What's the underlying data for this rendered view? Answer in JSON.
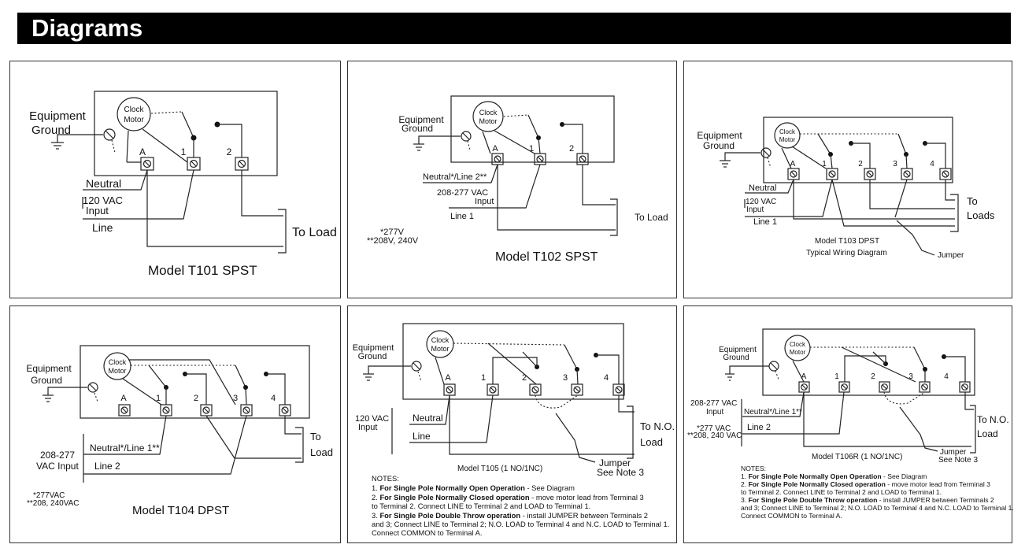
{
  "header": {
    "title": "Diagrams"
  },
  "common": {
    "equipment_ground": [
      "Equipment",
      "Ground"
    ],
    "clock_motor": [
      "Clock",
      "Motor"
    ]
  },
  "t101": {
    "model": "Model T101  SPST",
    "neutral": "Neutral",
    "vac": [
      "120 VAC",
      "Input"
    ],
    "line": "Line",
    "to_load": "To Load",
    "terminals": [
      "A",
      "1",
      "2"
    ]
  },
  "t102": {
    "model": "Model T102  SPST",
    "neutral": "Neutral*/Line 2**",
    "vac": [
      "208-277 VAC",
      "Input"
    ],
    "line": "Line 1",
    "to_load": "To Load",
    "notes": [
      "*277V",
      "**208V, 240V"
    ],
    "terminals": [
      "A",
      "1",
      "2"
    ]
  },
  "t103": {
    "model": "Model T103  DPST",
    "subtitle": "Typical Wiring Diagram",
    "neutral": "Neutral",
    "vac": [
      "120 VAC",
      "Input"
    ],
    "line": "Line 1",
    "to_loads": [
      "To",
      "Loads"
    ],
    "jumper": "Jumper",
    "terminals": [
      "A",
      "1",
      "2",
      "3",
      "4"
    ]
  },
  "t104": {
    "model": "Model T104  DPST",
    "neutral": "Neutral*/Line 1**",
    "vac": [
      "208-277",
      "VAC Input"
    ],
    "line": "Line 2",
    "to_load": [
      "To",
      "Load"
    ],
    "notes": [
      "*277VAC",
      "**208, 240VAC"
    ],
    "terminals": [
      "A",
      "1",
      "2",
      "3",
      "4"
    ]
  },
  "t105": {
    "model": "Model T105 (1 NO/1NC)",
    "neutral": "Neutral",
    "vac": [
      "120 VAC",
      "Input"
    ],
    "line": "Line",
    "to_load": [
      "To N.O.",
      "Load"
    ],
    "jumper": [
      "Jumper",
      "See Note 3"
    ],
    "terminals": [
      "A",
      "1",
      "2",
      "3",
      "4"
    ],
    "notes": {
      "heading": "NOTES:",
      "items": [
        {
          "num": "1.",
          "bold": "For Single Pole Normally Open Operation",
          "lines": [
            " - See Diagram"
          ]
        },
        {
          "num": "2.",
          "bold": "For Single Pole Normally Closed operation",
          "lines": [
            " - move motor lead from Terminal 3",
            "to Terminal 2. Connect LINE to Terminal 2 and LOAD to Terminal 1."
          ]
        },
        {
          "num": "3.",
          "bold": "For Single Pole Double Throw operation",
          "lines": [
            " - install JUMPER between Terminals 2",
            "and 3; Connect LINE to Terminal 2; N.O. LOAD to Terminal 4 and N.C. LOAD to Terminal 1.",
            "Connect COMMON to Terminal A."
          ]
        }
      ]
    }
  },
  "t106r": {
    "model": "Model T106R (1 NO/1NC)",
    "neutral": "Neutral*/Line 1**",
    "vac": [
      "208-277 VAC",
      "Input"
    ],
    "line": "Line 2",
    "notes_top": [
      "*277 VAC",
      "**208, 240 VAC"
    ],
    "to_load": [
      "To N.O.",
      "Load"
    ],
    "jumper": [
      "Jumper",
      "See Note 3"
    ],
    "terminals": [
      "A",
      "1",
      "2",
      "3",
      "4"
    ],
    "notes": {
      "heading": "NOTES:",
      "items": [
        {
          "num": "1.",
          "bold": "For Single Pole Normally Open Operation",
          "lines": [
            " - See Diagram"
          ]
        },
        {
          "num": "2.",
          "bold": "For Single Pole Normally Closed operation",
          "lines": [
            " - move motor lead from Terminal 3",
            "to Terminal 2. Connect LINE to Terminal 2 and LOAD to Terminal 1."
          ]
        },
        {
          "num": "3.",
          "bold": "For Single Pole Double Throw operation",
          "lines": [
            " - install JUMPER between Terminals 2",
            "and 3; Connect LINE to Terminal 2; N.O. LOAD to Terminal 4 and N.C. LOAD to Terminal 1.",
            "Connect COMMON to Terminal A."
          ]
        }
      ]
    }
  }
}
